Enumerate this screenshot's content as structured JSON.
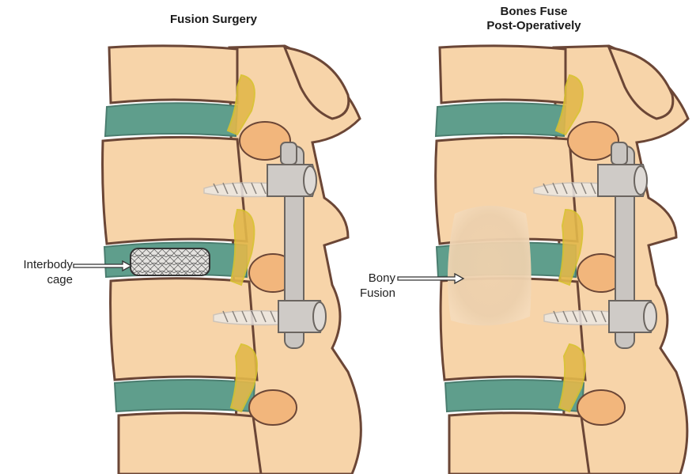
{
  "panels": {
    "left": {
      "title": "Fusion Surgery"
    },
    "right": {
      "title_line1": "Bones Fuse",
      "title_line2": "Post-Operatively"
    }
  },
  "labels": {
    "cage_line1": "Interbody",
    "cage_line2": "cage",
    "fusion_line1": "Bony",
    "fusion_line2": "Fusion"
  },
  "colors": {
    "bone": "#f7d4a9",
    "bone_outline": "#6b4636",
    "disc": "#5f9e8c",
    "nerve": "#e2b84a",
    "facet": "#f2b67c",
    "hardware": "#c9c5c1",
    "fusion_mass": "#efcfa8"
  }
}
